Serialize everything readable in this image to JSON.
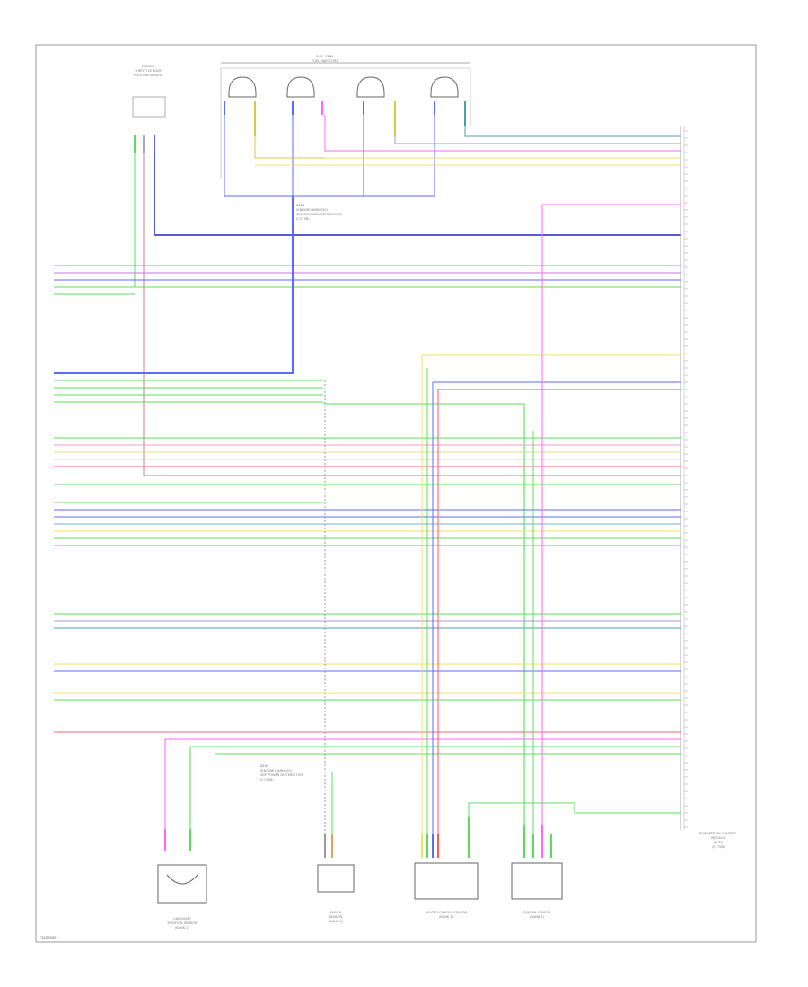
{
  "diagram": {
    "footer_code": "F32ZZ000",
    "components": [
      {
        "id": "fuel-tank",
        "label": "FUEL TANK / FUEL INJECTORS",
        "lines": [
          "FUEL TANK",
          "FUEL INJECTORS"
        ]
      },
      {
        "id": "throttle-sensor",
        "label": "THROTTLE POSITION SENSOR",
        "lines": [
          "ENGINE",
          "THROTTLE BODY",
          "POSITION SENSOR"
        ]
      },
      {
        "id": "pcm",
        "label": "POWERTRAIN CONTROL MODULE",
        "lines": [
          "POWERTRAIN CONTROL",
          "MODULE",
          "(PCM)",
          "(C175B)"
        ]
      },
      {
        "id": "camshaft-sensor",
        "label": "CAMSHAFT POSITION SENSOR",
        "lines": [
          "CAMSHAFT",
          "POSITION SENSOR",
          "(BANK 2)"
        ]
      },
      {
        "id": "knock-sensor",
        "label": "KNOCK SENSOR",
        "lines": [
          "KNOCK",
          "SENSOR",
          "(BANK 2)"
        ]
      },
      {
        "id": "o2-sensor-1",
        "label": "HEATED OXYGEN SENSOR",
        "lines": [
          "HEATED OXYGEN SENSOR",
          "(BANK 2)"
        ]
      },
      {
        "id": "o2-sensor-2",
        "label": "OXYGEN SENSOR",
        "lines": [
          "OXYGEN SENSOR",
          "(BANK 2)"
        ]
      }
    ],
    "notes": [
      {
        "id": "splice-note-1",
        "lines": [
          "S103",
          "(ENGINE HARNESS)",
          "SEE GROUND DISTRIBUTION",
          "(C175B)"
        ]
      },
      {
        "id": "splice-note-2",
        "lines": [
          "S104",
          "(ENGINE HARNESS)",
          "SEE POWER DISTRIBUTION",
          "(C175B)"
        ]
      }
    ],
    "colors": {
      "frame": "#b0b0b0",
      "blue": "#5b6bff",
      "magenta": "#ff66ff",
      "green": "#5cdc5c",
      "yellow": "#f2e060",
      "red": "#ff6677",
      "teal": "#4aa0a8",
      "purple": "#7a6aff",
      "gray": "#9a9a9a"
    }
  }
}
